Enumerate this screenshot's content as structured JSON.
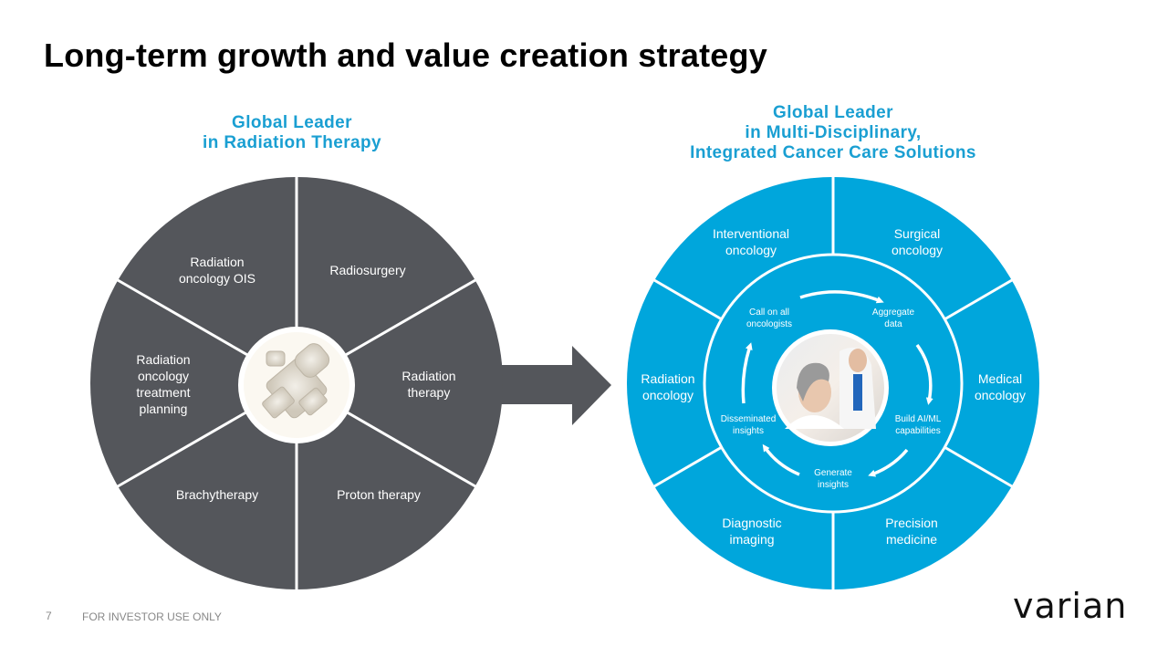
{
  "title": "Long-term growth and value creation strategy",
  "left": {
    "heading_1": "Global Leader",
    "heading_2": "in Radiation Therapy",
    "segments": [
      "Radiation\noncology OIS",
      "Radiosurgery",
      "Radiation\ntherapy",
      "Proton therapy",
      "Brachytherapy",
      "Radiation\noncology\ntreatment\nplanning"
    ]
  },
  "right": {
    "heading_1": "Global Leader",
    "heading_2": "in Multi-Disciplinary,",
    "heading_3": "Integrated Cancer Care Solutions",
    "segments": [
      "Interventional\noncology",
      "Surgical\noncology",
      "Medical\noncology",
      "Precision\nmedicine",
      "Diagnostic\nimaging",
      "Radiation\noncology"
    ],
    "cycle": [
      "Call on all\noncologists",
      "Aggregate\ndata",
      "Build AI/ML\ncapabilities",
      "Generate\ninsights",
      "Disseminated\ninsights"
    ]
  },
  "colors": {
    "gray": "#54565b",
    "blue": "#00a6dc",
    "accent": "#1a9fd2"
  },
  "footer": {
    "page": "7",
    "note": "FOR INVESTOR USE ONLY",
    "logo": "varian"
  }
}
